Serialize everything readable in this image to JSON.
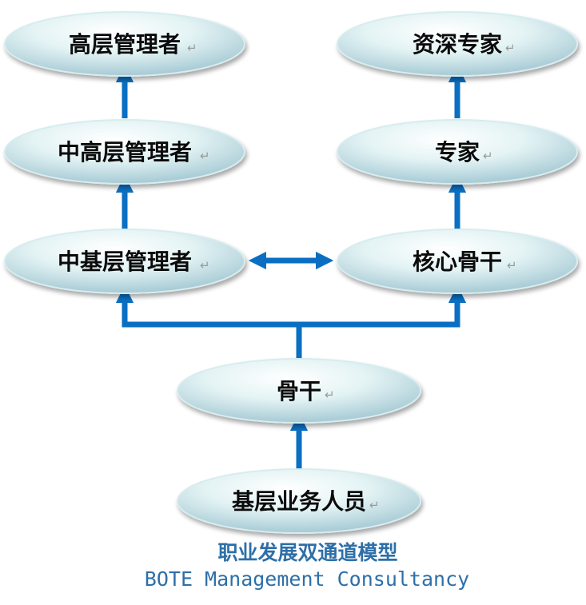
{
  "nodes": {
    "senior_manager": "高层管理者",
    "upper_middle_manager": "中高层管理者",
    "middle_lower_manager": "中基层管理者",
    "senior_expert": "资深专家",
    "expert": "专家",
    "core_backbone": "核心骨干",
    "backbone": "骨干",
    "frontline_staff": "基层业务人员"
  },
  "paragraph_mark": "↵",
  "caption": {
    "title": "职业发展双通道模型",
    "company": "BOTE Management Consultancy"
  },
  "colors": {
    "arrow": "#0a6fc2",
    "node_fill_light": "#f2fbfa",
    "node_fill_dark": "#a9ccd6",
    "caption_text": "#2e6fa8"
  }
}
